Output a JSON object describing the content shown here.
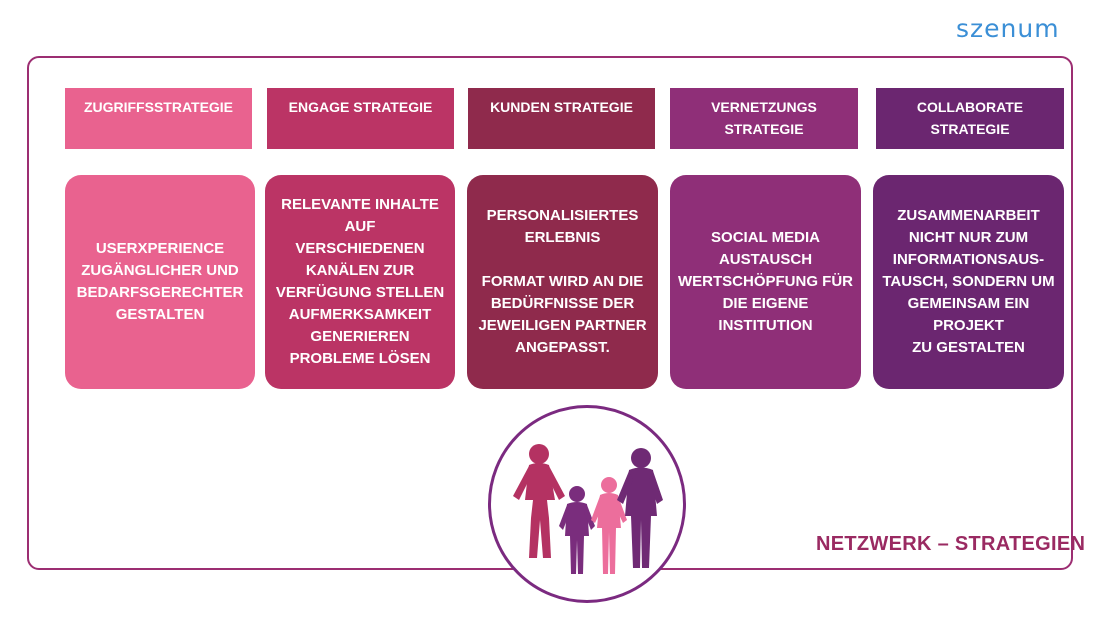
{
  "logo": "szenum",
  "colors": {
    "frame": "#9c2e72",
    "logo": "#3b8fd6",
    "col1": "#e9628f",
    "col2": "#bb3465",
    "col3": "#8f2a4c",
    "col4": "#8f2f78",
    "col5": "#6b2670",
    "title": "#9a2a62"
  },
  "columns": [
    {
      "header": "ZUGRIFFSSTRATEGIE",
      "text": "USERXPERIENCE\nZUGÄNGLICHER UND\nBEDARFSGERECHTER\nGESTALTEN"
    },
    {
      "header": "ENGAGE STRATEGIE",
      "text": "RELEVANTE INHALTE AUF\nVERSCHIEDENEN\nKANÄLEN ZUR\nVERFÜGUNG STELLEN\nAUFMERKSAMKEIT\nGENERIEREN\nPROBLEME LÖSEN"
    },
    {
      "header": "KUNDEN STRATEGIE",
      "text": "PERSONALISIERTES\nERLEBNIS\n\nFORMAT WIRD AN DIE\nBEDÜRFNISSE DER\nJEWEILIGEN PARTNER\nANGEPASST."
    },
    {
      "header": "VERNETZUNGS\nSTRATEGIE",
      "text": "SOCIAL MEDIA\nAUSTAUSCH\nWERTSCHÖPFUNG FÜR\nDIE EIGENE INSTITUTION"
    },
    {
      "header": "COLLABORATE\nSTRATEGIE",
      "text": "ZUSAMMENARBEIT\nNICHT NUR ZUM\nINFORMATIONSAUS-\nTAUSCH, SONDERN UM\nGEMEINSAM EIN PROJEKT\nZU GESTALTEN"
    }
  ],
  "footer_title": "NETZWERK – STRATEGIEN",
  "icon": "people-group-icon"
}
